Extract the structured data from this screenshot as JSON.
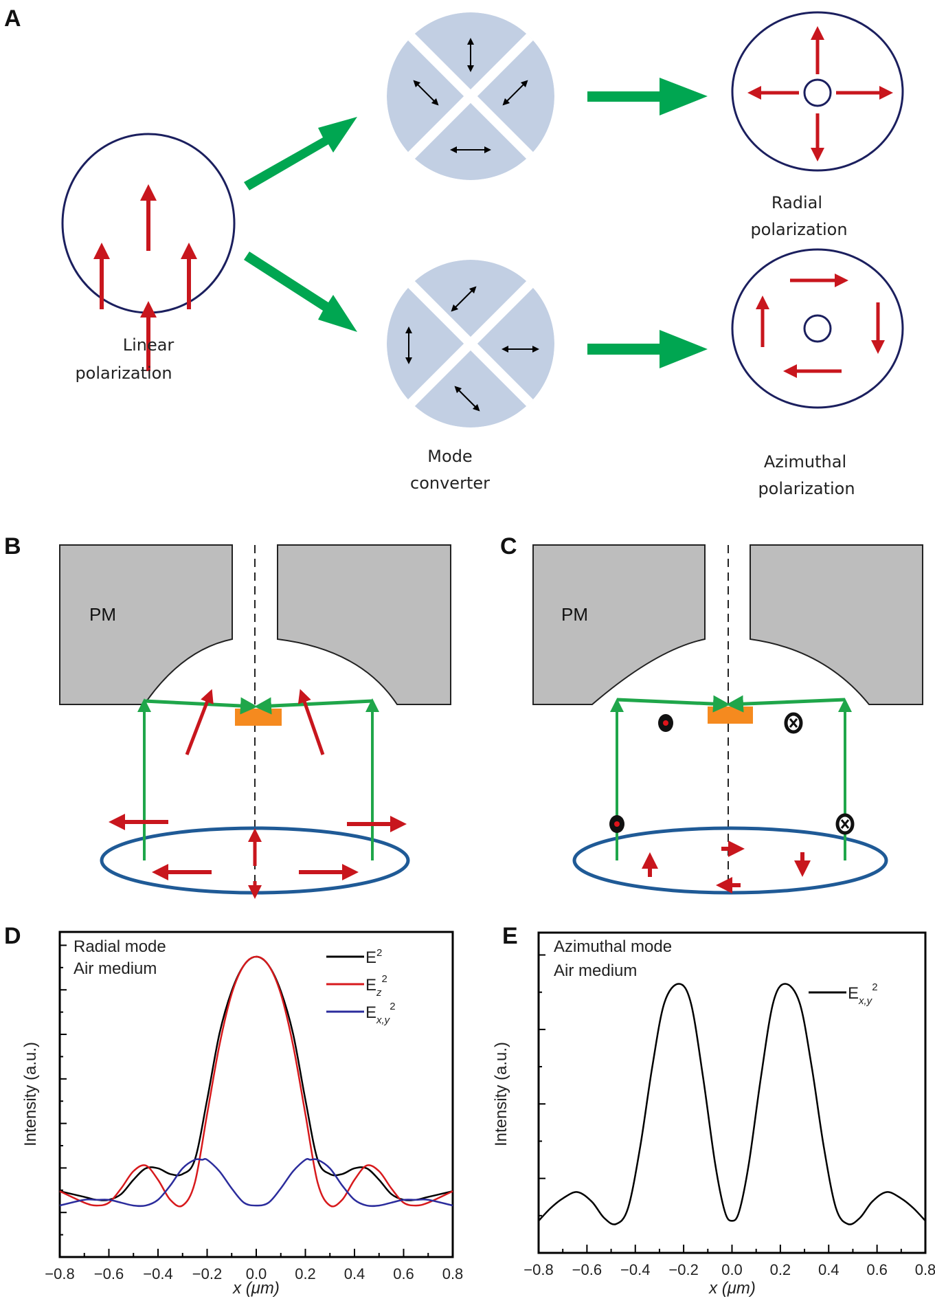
{
  "panel_a": {
    "letter": "A",
    "linear_label_1": "Linear",
    "linear_label_2": "polarization",
    "mode_label_1": "Mode",
    "mode_label_2": "converter",
    "radial_label_1": "Radial",
    "radial_label_2": "polarization",
    "azimuthal_label_1": "Azimuthal",
    "azimuthal_label_2": "polarization"
  },
  "panel_b": {
    "letter": "B",
    "pm_label": "PM"
  },
  "panel_c": {
    "letter": "C",
    "pm_label": "PM"
  },
  "colors": {
    "field_arrow": "#c8161d",
    "beam": "#1fa64a",
    "flow_arrow": "#00a651",
    "circle": "#1b1f5e",
    "converter": "#c2cfe3",
    "mirror": "#bdbdbd",
    "sample": "#f58a1f",
    "lens": "#1f5a96"
  },
  "chart_data": [
    {
      "type": "line",
      "panel": "D",
      "title": "",
      "annotations": [
        "Radial mode",
        "Air medium"
      ],
      "xlabel": "x (μm)",
      "ylabel": "Intensity (a.u.)",
      "xlim": [
        -0.8,
        0.8
      ],
      "ylim": [
        0,
        1
      ],
      "xticks": [
        "−0.8",
        "−0.6",
        "−0.4",
        "−0.2",
        "0.0",
        "0.2",
        "0.4",
        "0.6",
        "0.8"
      ],
      "legend_position": "top-right",
      "series": [
        {
          "name": "E²",
          "label_base": "E",
          "label_sub": "",
          "label_sup": "2",
          "color": "#000000",
          "x": [
            -0.8,
            -0.7,
            -0.65,
            -0.6,
            -0.55,
            -0.5,
            -0.45,
            -0.4,
            -0.35,
            -0.3,
            -0.25,
            -0.2,
            -0.15,
            -0.1,
            -0.05,
            0,
            0.05,
            0.1,
            0.15,
            0.2,
            0.25,
            0.3,
            0.35,
            0.4,
            0.45,
            0.5,
            0.55,
            0.6,
            0.65,
            0.7,
            0.8
          ],
          "y": [
            0.23,
            0.21,
            0.2,
            0.2,
            0.22,
            0.27,
            0.31,
            0.31,
            0.29,
            0.29,
            0.34,
            0.55,
            0.78,
            0.93,
            1.02,
            1.05,
            1.02,
            0.93,
            0.78,
            0.55,
            0.34,
            0.29,
            0.29,
            0.31,
            0.31,
            0.27,
            0.22,
            0.2,
            0.2,
            0.21,
            0.23
          ]
        },
        {
          "name": "Ez²",
          "label_base": "E",
          "label_sub": "z",
          "label_sup": "2",
          "color": "#d7191c",
          "x": [
            -0.8,
            -0.7,
            -0.65,
            -0.6,
            -0.55,
            -0.5,
            -0.45,
            -0.4,
            -0.35,
            -0.3,
            -0.25,
            -0.2,
            -0.15,
            -0.1,
            -0.05,
            0,
            0.05,
            0.1,
            0.15,
            0.2,
            0.25,
            0.3,
            0.35,
            0.4,
            0.45,
            0.5,
            0.55,
            0.6,
            0.65,
            0.7,
            0.8
          ],
          "y": [
            0.23,
            0.19,
            0.18,
            0.19,
            0.24,
            0.3,
            0.32,
            0.27,
            0.2,
            0.18,
            0.26,
            0.5,
            0.74,
            0.92,
            1.02,
            1.05,
            1.02,
            0.92,
            0.74,
            0.5,
            0.26,
            0.18,
            0.2,
            0.27,
            0.32,
            0.3,
            0.24,
            0.19,
            0.18,
            0.19,
            0.23
          ]
        },
        {
          "name": "Ex,y²",
          "label_base": "E",
          "label_sub": "x,y",
          "label_sup": "2",
          "color": "#2b2c9c",
          "x": [
            -0.8,
            -0.7,
            -0.65,
            -0.6,
            -0.55,
            -0.5,
            -0.45,
            -0.4,
            -0.35,
            -0.3,
            -0.25,
            -0.22,
            -0.2,
            -0.15,
            -0.1,
            -0.05,
            0,
            0.05,
            0.1,
            0.15,
            0.2,
            0.22,
            0.25,
            0.3,
            0.35,
            0.4,
            0.45,
            0.5,
            0.55,
            0.6,
            0.65,
            0.7,
            0.8
          ],
          "y": [
            0.18,
            0.2,
            0.2,
            0.2,
            0.19,
            0.18,
            0.18,
            0.2,
            0.25,
            0.31,
            0.34,
            0.34,
            0.34,
            0.3,
            0.24,
            0.19,
            0.18,
            0.19,
            0.24,
            0.3,
            0.34,
            0.34,
            0.34,
            0.31,
            0.25,
            0.2,
            0.18,
            0.18,
            0.19,
            0.2,
            0.2,
            0.2,
            0.18
          ]
        }
      ]
    },
    {
      "type": "line",
      "panel": "E",
      "title": "",
      "annotations": [
        "Azimuthal mode",
        "Air medium"
      ],
      "xlabel": "x (μm)",
      "ylabel": "Intensity (a.u.)",
      "xlim": [
        -0.8,
        0.8
      ],
      "ylim": [
        0,
        1
      ],
      "xticks": [
        "−0.8",
        "−0.6",
        "−0.4",
        "−0.2",
        "0.0",
        "0.2",
        "0.4",
        "0.6",
        "0.8"
      ],
      "legend_position": "top-right",
      "series": [
        {
          "name": "Ex,y²",
          "label_base": "E",
          "label_sub": "x,y",
          "label_sup": "2",
          "color": "#000000",
          "x": [
            -0.8,
            -0.75,
            -0.7,
            -0.64,
            -0.58,
            -0.53,
            -0.48,
            -0.43,
            -0.38,
            -0.33,
            -0.28,
            -0.22,
            -0.17,
            -0.12,
            -0.07,
            -0.03,
            0,
            0.03,
            0.07,
            0.12,
            0.17,
            0.22,
            0.28,
            0.33,
            0.38,
            0.43,
            0.48,
            0.53,
            0.58,
            0.64,
            0.7,
            0.75,
            0.8
          ],
          "y": [
            0.1,
            0.14,
            0.17,
            0.19,
            0.16,
            0.11,
            0.09,
            0.14,
            0.33,
            0.58,
            0.78,
            0.84,
            0.78,
            0.55,
            0.28,
            0.13,
            0.1,
            0.13,
            0.28,
            0.55,
            0.78,
            0.84,
            0.78,
            0.58,
            0.33,
            0.14,
            0.09,
            0.11,
            0.16,
            0.19,
            0.17,
            0.14,
            0.1
          ]
        }
      ]
    }
  ]
}
